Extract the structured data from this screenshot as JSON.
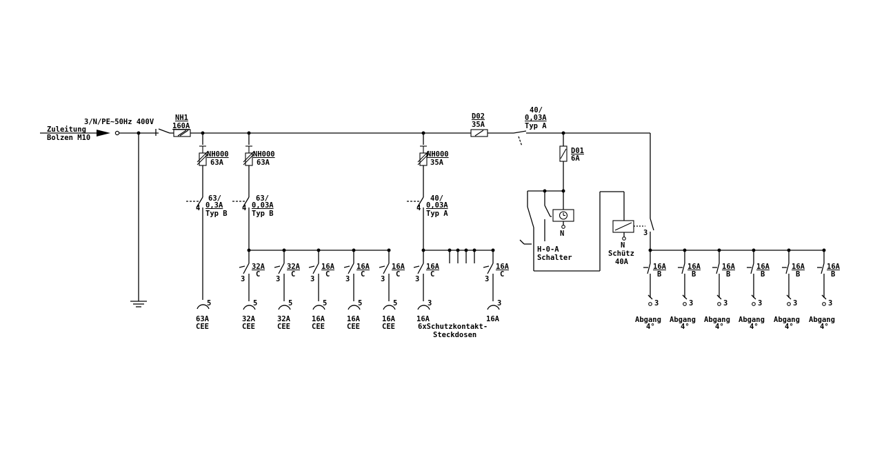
{
  "supply": {
    "label_line1": "Zuleitung",
    "label_line2": "Bolzen M10",
    "rating": "3/N/PE~50Hz 400V"
  },
  "main_fuse": {
    "name": "NH1",
    "rating": "160A"
  },
  "branch1": {
    "fuse_type": "NH000",
    "fuse_rating": "63A",
    "rcd_rating": "63/",
    "rcd_trip": "0,3A",
    "rcd_type": "Typ B",
    "pole_mark": "4",
    "socket_poles": "5",
    "socket_rating": "63A",
    "socket_kind": "CEE"
  },
  "branch2": {
    "fuse_type": "NH000",
    "fuse_rating": "63A",
    "rcd_rating": "63/",
    "rcd_trip": "0,03A",
    "rcd_type": "Typ B",
    "pole_mark": "4",
    "breakers": [
      {
        "rating": "32A",
        "char": "C",
        "poles": "3",
        "socket_poles": "5",
        "socket_rating": "32A",
        "socket_kind": "CEE"
      },
      {
        "rating": "32A",
        "char": "C",
        "poles": "3",
        "socket_poles": "5",
        "socket_rating": "32A",
        "socket_kind": "CEE"
      },
      {
        "rating": "16A",
        "char": "C",
        "poles": "3",
        "socket_poles": "5",
        "socket_rating": "16A",
        "socket_kind": "CEE"
      },
      {
        "rating": "16A",
        "char": "C",
        "poles": "3",
        "socket_poles": "5",
        "socket_rating": "16A",
        "socket_kind": "CEE"
      },
      {
        "rating": "16A",
        "char": "C",
        "poles": "3",
        "socket_poles": "5",
        "socket_rating": "16A",
        "socket_kind": "CEE"
      }
    ]
  },
  "branch3": {
    "fuse_type": "NH000",
    "fuse_rating": "35A",
    "rcd_rating": "40/",
    "rcd_trip": "0,03A",
    "rcd_type": "Typ A",
    "pole_mark": "4",
    "breakers": [
      {
        "rating": "16A",
        "char": "C",
        "poles": "3",
        "socket_poles": "3",
        "socket_rating": "16A"
      },
      {
        "rating": "16A",
        "char": "C",
        "poles": "3",
        "socket_poles": "3",
        "socket_rating": "16A"
      }
    ],
    "group_label_line1": "6xSchutzkontakt-",
    "group_label_line2": "Steckdosen"
  },
  "branch4": {
    "fuse_name": "D02",
    "fuse_rating": "35A",
    "rcd_rating": "40/",
    "rcd_trip": "0,03A",
    "rcd_type": "Typ A",
    "control_fuse_name": "D01",
    "control_fuse_rating": "6A",
    "timer_neutral": "N",
    "switch_label_line1": "H-0-A",
    "switch_label_line2": "Schalter",
    "contactor_neutral": "N",
    "contactor_label": "Schütz",
    "contactor_rating": "40A",
    "contactor_poles": "3",
    "outlets": [
      {
        "rating": "16A",
        "char": "B",
        "socket_poles": "3",
        "label": "Abgang",
        "sub": "4°"
      },
      {
        "rating": "16A",
        "char": "B",
        "socket_poles": "3",
        "label": "Abgang",
        "sub": "4°"
      },
      {
        "rating": "16A",
        "char": "B",
        "socket_poles": "3",
        "label": "Abgang",
        "sub": "4°"
      },
      {
        "rating": "16A",
        "char": "B",
        "socket_poles": "3",
        "label": "Abgang",
        "sub": "4°"
      },
      {
        "rating": "16A",
        "char": "B",
        "socket_poles": "3",
        "label": "Abgang",
        "sub": "4°"
      },
      {
        "rating": "16A",
        "char": "B",
        "socket_poles": "3",
        "label": "Abgang",
        "sub": "4°"
      }
    ]
  }
}
